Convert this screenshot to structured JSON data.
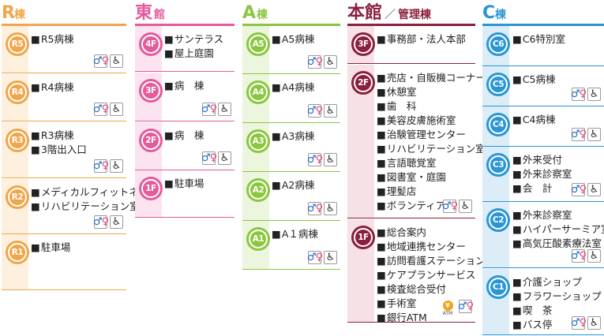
{
  "colors": {
    "R": "#f0a64a",
    "R_bg": "#fdf0de",
    "E": "#e45b9c",
    "E_bg": "#fbe4ef",
    "A": "#8cc63f",
    "A_bg": "#ecf5dd",
    "H": "#8b1f3e",
    "H_bg": "#f5e1e6",
    "C": "#2a96d6",
    "C_bg": "#dcedf8"
  },
  "icons": {
    "toilet": "wc-male-female-icon",
    "accessible": "wheelchair-icon",
    "atm": "atm-icon"
  },
  "columns": {
    "R": {
      "big": "R",
      "rest": "棟",
      "floors": [
        {
          "badge": "R5",
          "items": [
            "R5病棟"
          ],
          "icons": true
        },
        {
          "badge": "R4",
          "items": [
            "R4病棟"
          ],
          "icons": true
        },
        {
          "badge": "R3",
          "items": [
            "R3病棟",
            "3階出入口"
          ],
          "icons": true
        },
        {
          "badge": "R2",
          "items": [
            "メディカルフィットネス",
            "リハビリテーション室Ⅱ"
          ],
          "icons": true
        },
        {
          "badge": "R1",
          "items": [
            "駐車場"
          ],
          "icons": false
        }
      ]
    },
    "E": {
      "big": "東",
      "rest": "館",
      "floors": [
        {
          "badge": "4F",
          "items": [
            "サンテラス",
            "屋上庭園"
          ],
          "icons": false
        },
        {
          "badge": "3F",
          "items": [
            "病　棟"
          ],
          "icons": true
        },
        {
          "badge": "2F",
          "items": [
            "病　棟"
          ],
          "icons": true
        },
        {
          "badge": "1F",
          "items": [
            "駐車場"
          ],
          "icons": false
        }
      ]
    },
    "A": {
      "big": "A",
      "rest": "棟",
      "floors": [
        {
          "badge": "A5",
          "items": [
            "A5病棟"
          ],
          "icons": true
        },
        {
          "badge": "A4",
          "items": [
            "A4病棟"
          ],
          "icons": true
        },
        {
          "badge": "A3",
          "items": [
            "A3病棟"
          ],
          "icons": true
        },
        {
          "badge": "A2",
          "items": [
            "A2病棟"
          ],
          "icons": true
        },
        {
          "badge": "A1",
          "items": [
            "A１病棟"
          ],
          "icons": true
        }
      ]
    },
    "H": {
      "big": "本館",
      "sep": "／",
      "rest": "管理棟",
      "floors": [
        {
          "badge": "3F",
          "items": [
            "事務部・法人本部"
          ],
          "icons": false
        },
        {
          "badge": "2F",
          "items": [
            "売店・自販機コーナー",
            "休憩室",
            "歯　科",
            "美容皮膚施術室",
            "治験管理センター",
            "リハビリテーション室Ⅰ",
            "言語聴覚室",
            "図書室・庭園",
            "理髪店",
            "ボランティア室"
          ],
          "icons": true
        },
        {
          "badge": "1F",
          "items": [
            "総合案内",
            "地域連携センター",
            "訪問看護ステーション",
            "ケアプランサービス",
            "検査総合受付",
            "手術室",
            "銀行ATM"
          ],
          "icons": true,
          "atm": "ATM"
        }
      ]
    },
    "C": {
      "big": "C",
      "rest": "棟",
      "floors": [
        {
          "badge": "C6",
          "items": [
            "C6特別室"
          ],
          "icons": false
        },
        {
          "badge": "C5",
          "items": [
            "C5病棟"
          ],
          "icons": true
        },
        {
          "badge": "C4",
          "items": [
            "C4病棟"
          ],
          "icons": true
        },
        {
          "badge": "C3",
          "items": [
            "外来受付",
            "外来診察室",
            "会　計"
          ],
          "icons": true
        },
        {
          "badge": "C2",
          "items": [
            "外来診察室",
            "ハイパーサーミア室",
            "高気圧酸素療法室"
          ],
          "icons": true
        },
        {
          "badge": "C1",
          "items": [
            "介護ショップ",
            "フラワーショップ",
            "喫　茶",
            "バス停"
          ],
          "icons": true
        }
      ]
    }
  }
}
